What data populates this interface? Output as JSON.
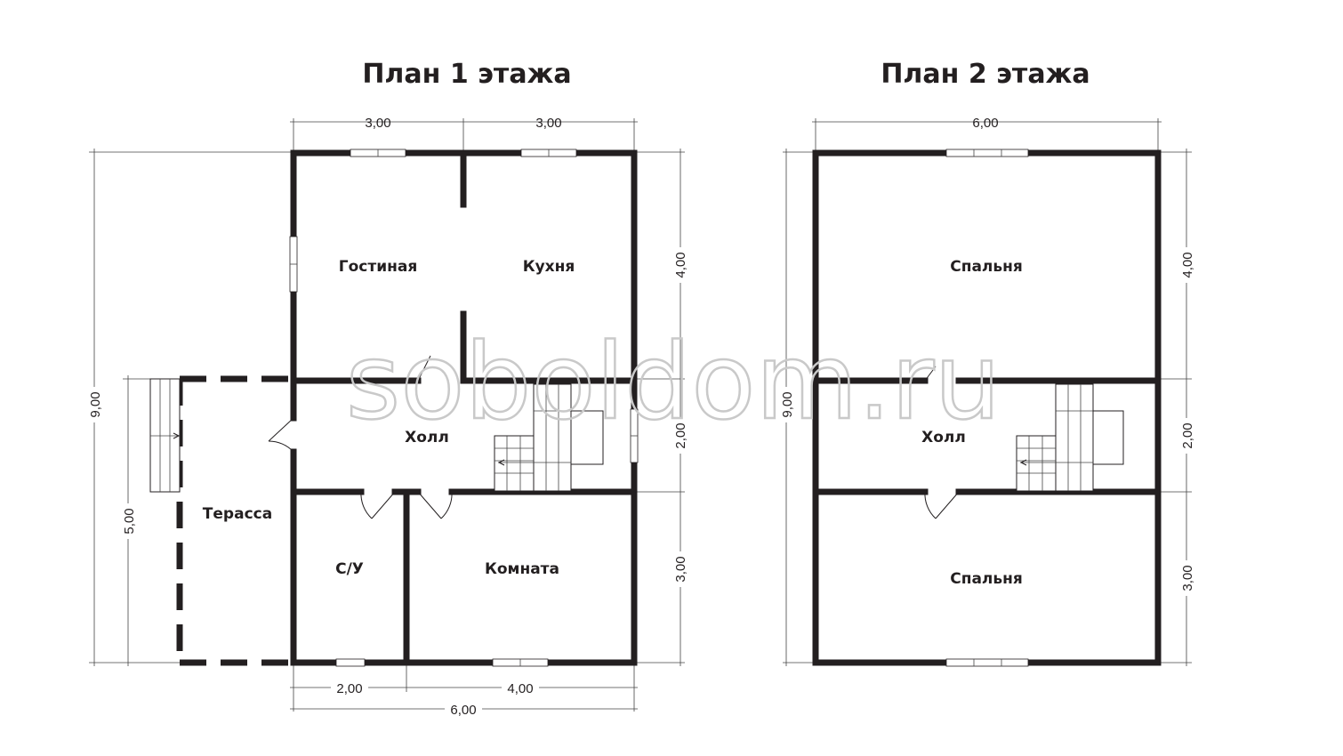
{
  "watermark": "soboldom.ru",
  "plan1": {
    "title": "План 1 этажа",
    "rooms": {
      "living": "Гостиная",
      "kitchen": "Кухня",
      "hall": "Холл",
      "terrace": "Терасса",
      "bathroom": "С/У",
      "room": "Комната"
    },
    "dims": {
      "top_left": "3,00",
      "top_right": "3,00",
      "right_top": "4,00",
      "right_mid": "2,00",
      "right_bottom": "3,00",
      "left_total": "9,00",
      "left_terrace": "5,00",
      "bottom_left": "2,00",
      "bottom_right": "4,00",
      "bottom_total": "6,00"
    }
  },
  "plan2": {
    "title": "План 2 этажа",
    "rooms": {
      "bedroom_top": "Спальня",
      "hall": "Холл",
      "bedroom_bottom": "Спальня"
    },
    "dims": {
      "top_total": "6,00",
      "right_top": "4,00",
      "right_mid": "2,00",
      "right_bottom": "3,00",
      "left_total": "9,00"
    }
  }
}
